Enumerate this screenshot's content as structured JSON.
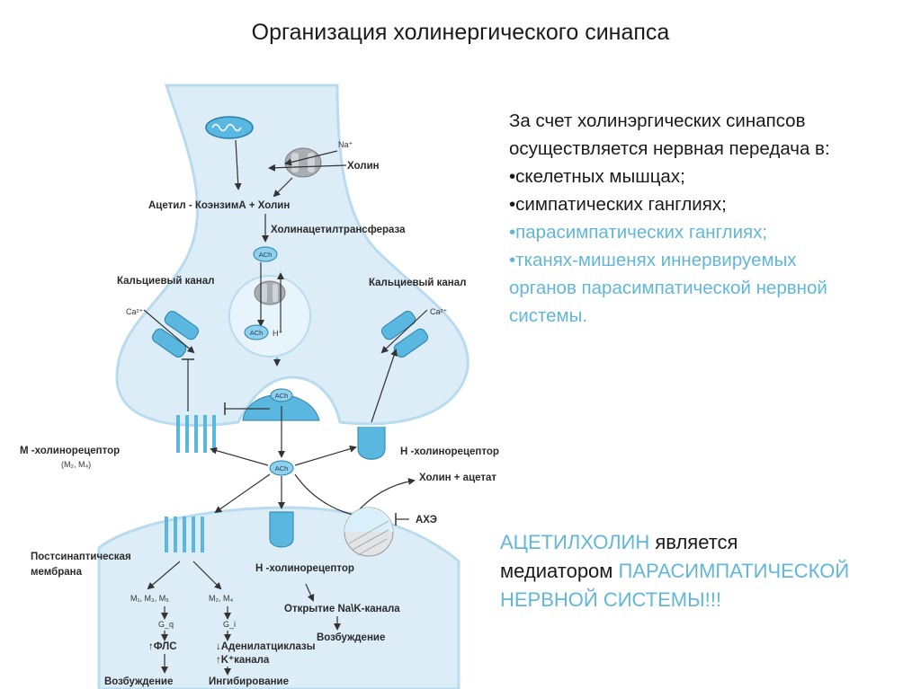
{
  "title": "Организация холинергического синапса",
  "diagram": {
    "na_plus": "Na⁺",
    "choline_top": "Холин",
    "acetyl_coa_choline": "Ацетил - КоэнзимА + Холин",
    "chat": "Холинацетилтрансфераза",
    "ach": "ACh",
    "h_plus": "H⁺",
    "calcium_channel_left": "Кальциевый канал",
    "calcium_channel_right": "Кальциевый канал",
    "ca_left": "Ca²⁺",
    "ca_right": "Ca²⁺",
    "m_receptor": "М -холинорецептор",
    "m_receptor_types": "(M₂, M₄)",
    "n_receptor_pre": "Н -холинорецептор",
    "choline_acetate": "Холин + ацетат",
    "ache": "АХЭ",
    "postsynaptic_membrane_line1": "Постсинаптическая",
    "postsynaptic_membrane_line2": "мембрана",
    "n_receptor_post": "Н -холинорецептор",
    "m_types_left": "M₁, M₃, M₅",
    "m_types_right": "M₂, M₄",
    "gq": "G_q",
    "gi": "G_i",
    "pls": "↑ФЛС",
    "adenylate_cyclase": "↓Аденилатциклазы",
    "k_channel": "↑K⁺канала",
    "excitation_left": "Возбуждение",
    "inhibition": "Ингибирование",
    "na_k_opening": "Открытие Na\\K-канала",
    "excitation_right": "Возбуждение"
  },
  "info": {
    "lines": [
      {
        "text": "За счет холинэргических синапсов",
        "color": "#1a1a1a"
      },
      {
        "text": "осуществляется нервная передача в:",
        "color": "#1a1a1a"
      },
      {
        "text": "•скелетных мышцах;",
        "color": "#1a1a1a"
      },
      {
        "text": "•симпатических ганглиях;",
        "color": "#1a1a1a"
      },
      {
        "text": "•парасимпатических ганглиях;",
        "color": "#62b7d9"
      },
      {
        "text": "•тканях-мишенях иннервируемых",
        "color": "#62b7d9"
      },
      {
        "text": "органов парасимпатической нервной",
        "color": "#62b7d9"
      },
      {
        "text": "системы.",
        "color": "#62b7d9"
      }
    ]
  },
  "bottom": {
    "part1": "АЦЕТИЛХОЛИН",
    "part2": " является",
    "part3": "медиатором ",
    "part4": "ПАРАСИМПАТИЧЕСКОЙ",
    "part5": "НЕРВНОЙ СИСТЕМЫ!!!"
  },
  "colors": {
    "membrane": "#dbeef8",
    "membrane_edge": "#b4d9ee",
    "protein": "#5ab8e0",
    "accent_text": "#62b7d9"
  }
}
